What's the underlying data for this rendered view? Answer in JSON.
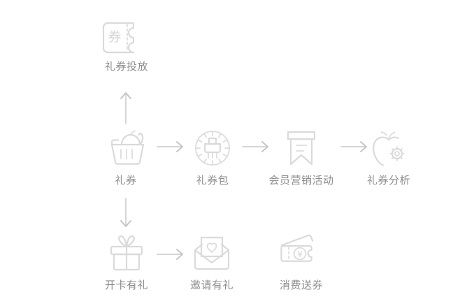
{
  "diagram": {
    "background_color": "#ffffff",
    "icon_color": "#dadada",
    "label_color": "#8c8c8c",
    "arrow_color": "#c9c9c9",
    "nodes": [
      {
        "id": "coupon-release",
        "label": "礼券投放",
        "icon": "coupon-ticket-icon",
        "icon_text": "券",
        "row": "top"
      },
      {
        "id": "coupon",
        "label": "礼券",
        "icon": "shopping-basket-fruit-icon",
        "row": "middle"
      },
      {
        "id": "coupon-pack",
        "label": "礼券包",
        "icon": "stamp-circle-icon",
        "row": "middle"
      },
      {
        "id": "member-marketing-campaign",
        "label": "会员营销活动",
        "icon": "bookmark-banner-icon",
        "row": "middle"
      },
      {
        "id": "coupon-analysis",
        "label": "礼券分析",
        "icon": "apple-gear-icon",
        "row": "middle"
      },
      {
        "id": "card-opening-gift",
        "label": "开卡有礼",
        "icon": "gift-box-icon",
        "row": "bottom"
      },
      {
        "id": "invite-gift",
        "label": "邀请有礼",
        "icon": "envelope-heart-icon",
        "row": "bottom"
      },
      {
        "id": "spend-get-coupon",
        "label": "消费送券",
        "icon": "double-ticket-yen-icon",
        "icon_text": "¥",
        "row": "bottom"
      }
    ],
    "connectors": [
      {
        "id": "coupon-to-release",
        "direction": "up",
        "from": "coupon",
        "to": "coupon-release"
      },
      {
        "id": "coupon-to-pack",
        "direction": "right",
        "from": "coupon",
        "to": "coupon-pack"
      },
      {
        "id": "pack-to-campaign",
        "direction": "right",
        "from": "coupon-pack",
        "to": "member-marketing-campaign"
      },
      {
        "id": "campaign-to-analysis",
        "direction": "right",
        "from": "member-marketing-campaign",
        "to": "coupon-analysis"
      },
      {
        "id": "coupon-to-card-gift",
        "direction": "down",
        "from": "coupon",
        "to": "card-opening-gift"
      },
      {
        "id": "card-gift-to-invite",
        "direction": "right",
        "from": "card-opening-gift",
        "to": "invite-gift"
      }
    ]
  }
}
